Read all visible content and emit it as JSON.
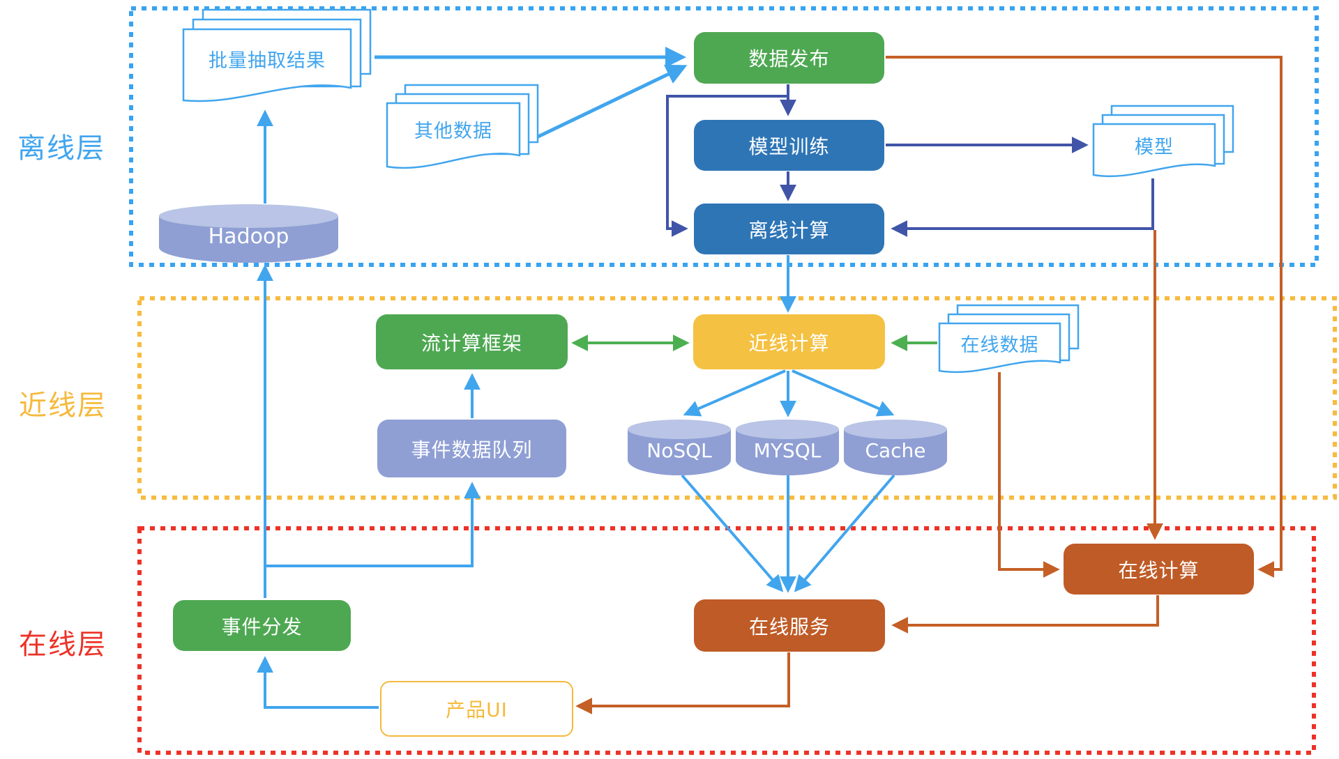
{
  "layers": [
    {
      "id": "offline",
      "label": "离线层",
      "border_color": "#38A3F1"
    },
    {
      "id": "nearline",
      "label": "近线层",
      "border_color": "#F7BB3F"
    },
    {
      "id": "online",
      "label": "在线层",
      "border_color": "#ED3227"
    }
  ],
  "nodes": {
    "batch_result": {
      "label": "批量抽取结果",
      "shape": "document-stack",
      "layer": "offline"
    },
    "other_data": {
      "label": "其他数据",
      "shape": "document-stack",
      "layer": "offline"
    },
    "data_publish": {
      "label": "数据发布",
      "shape": "rounded-box",
      "color": "#4EA852",
      "layer": "offline"
    },
    "model_training": {
      "label": "模型训练",
      "shape": "rounded-box",
      "color": "#2E75B6",
      "layer": "offline"
    },
    "offline_compute": {
      "label": "离线计算",
      "shape": "rounded-box",
      "color": "#2E75B6",
      "layer": "offline"
    },
    "model": {
      "label": "模型",
      "shape": "document-stack",
      "layer": "offline"
    },
    "hadoop": {
      "label": "Hadoop",
      "shape": "cylinder",
      "color": "#8F9FD4",
      "layer": "offline"
    },
    "stream_framework": {
      "label": "流计算框架",
      "shape": "rounded-box",
      "color": "#4EA852",
      "layer": "nearline"
    },
    "nearline_compute": {
      "label": "近线计算",
      "shape": "rounded-box",
      "color": "#F5C142",
      "layer": "nearline"
    },
    "online_data": {
      "label": "在线数据",
      "shape": "document-stack",
      "layer": "nearline"
    },
    "event_queue": {
      "label": "事件数据队列",
      "shape": "rounded-box",
      "color": "#8F9FD4",
      "layer": "nearline"
    },
    "nosql": {
      "label": "NoSQL",
      "shape": "cylinder",
      "color": "#8F9FD4",
      "layer": "nearline"
    },
    "mysql": {
      "label": "MYSQL",
      "shape": "cylinder",
      "color": "#8F9FD4",
      "layer": "nearline"
    },
    "cache": {
      "label": "Cache",
      "shape": "cylinder",
      "color": "#8F9FD4",
      "layer": "nearline"
    },
    "online_compute": {
      "label": "在线计算",
      "shape": "rounded-box",
      "color": "#BF5B27",
      "layer": "online"
    },
    "event_dispatch": {
      "label": "事件分发",
      "shape": "rounded-box",
      "color": "#4EA852",
      "layer": "online"
    },
    "online_service": {
      "label": "在线服务",
      "shape": "rounded-box",
      "color": "#BF5B27",
      "layer": "online"
    },
    "product_ui": {
      "label": "产品UI",
      "shape": "rounded-box-outline",
      "color": "#F5B93C",
      "layer": "online"
    }
  },
  "edges": [
    {
      "from": "batch_result",
      "to": "data_publish",
      "color": "#41A5EE"
    },
    {
      "from": "other_data",
      "to": "data_publish",
      "color": "#41A5EE"
    },
    {
      "from": "data_publish",
      "to": "model_training",
      "color": "#4055A8"
    },
    {
      "from": "data_publish",
      "to": "offline_compute",
      "color": "#4055A8"
    },
    {
      "from": "model_training",
      "to": "offline_compute",
      "color": "#4055A8"
    },
    {
      "from": "model_training",
      "to": "model",
      "color": "#4055A8"
    },
    {
      "from": "model",
      "to": "offline_compute",
      "color": "#4055A8"
    },
    {
      "from": "hadoop",
      "to": "batch_result",
      "color": "#41A5EE"
    },
    {
      "from": "event_dispatch",
      "to": "hadoop",
      "color": "#41A5EE"
    },
    {
      "from": "event_dispatch",
      "to": "event_queue",
      "color": "#41A5EE"
    },
    {
      "from": "offline_compute",
      "to": "nearline_compute",
      "color": "#41A5EE"
    },
    {
      "from": "stream_framework",
      "to": "nearline_compute",
      "color": "#4CAF50",
      "bidirectional": true
    },
    {
      "from": "online_data",
      "to": "nearline_compute",
      "color": "#4CAF50"
    },
    {
      "from": "event_queue",
      "to": "stream_framework",
      "color": "#41A5EE"
    },
    {
      "from": "nearline_compute",
      "to": "nosql",
      "color": "#41A5EE"
    },
    {
      "from": "nearline_compute",
      "to": "mysql",
      "color": "#41A5EE"
    },
    {
      "from": "nearline_compute",
      "to": "cache",
      "color": "#41A5EE"
    },
    {
      "from": "nosql",
      "to": "online_service",
      "color": "#41A5EE"
    },
    {
      "from": "mysql",
      "to": "online_service",
      "color": "#41A5EE"
    },
    {
      "from": "cache",
      "to": "online_service",
      "color": "#41A5EE"
    },
    {
      "from": "data_publish",
      "to": "online_compute",
      "color": "#C45F26"
    },
    {
      "from": "model",
      "to": "online_compute",
      "color": "#C45F26"
    },
    {
      "from": "online_data",
      "to": "online_compute",
      "color": "#C45F26"
    },
    {
      "from": "online_compute",
      "to": "online_service",
      "color": "#C45F26"
    },
    {
      "from": "online_service",
      "to": "product_ui",
      "color": "#C45F26"
    },
    {
      "from": "product_ui",
      "to": "event_dispatch",
      "color": "#41A5EE"
    }
  ],
  "colors": {
    "light_blue": "#41A5EE",
    "indigo": "#4055A8",
    "green_box": "#4EA852",
    "green_arrow": "#4CAF50",
    "blue_box": "#2E75B6",
    "gold_box": "#F5C142",
    "gold_border": "#F7BB3F",
    "brown_box": "#BF5B27",
    "orange_line": "#C45F26",
    "red_border": "#ED3227",
    "periwinkle": "#8F9FD4",
    "periwinkle_light": "#B9C4E6"
  }
}
